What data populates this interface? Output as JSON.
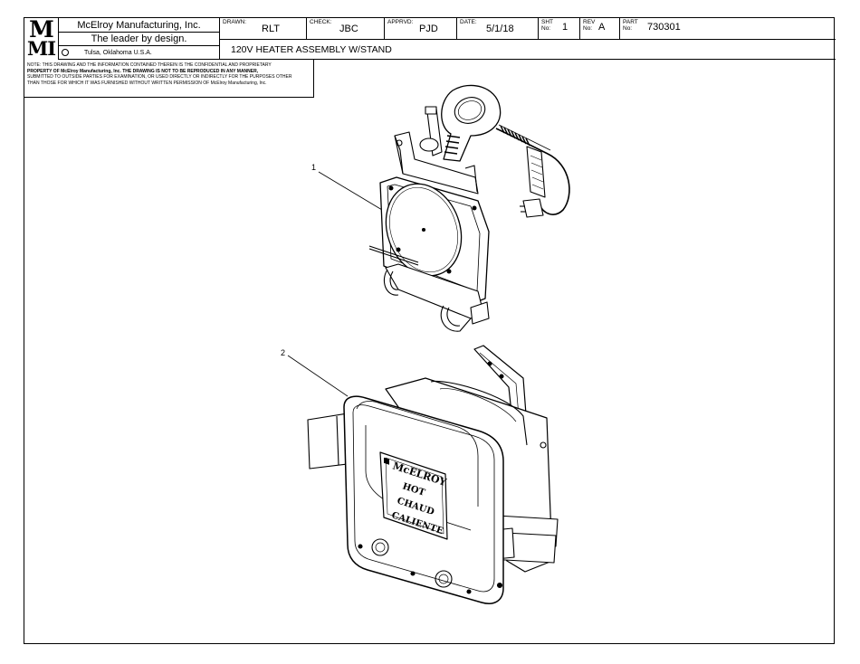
{
  "titleblock": {
    "logo_top": "M",
    "logo_bottom": "MI",
    "company": "McElroy Manufacturing, Inc.",
    "tagline": "The leader by design.",
    "location": "Tulsa, Oklahoma U.S.A.",
    "drawn_label": "DRAWN:",
    "drawn_value": "RLT",
    "check_label": "CHECK:",
    "check_value": "JBC",
    "apprvd_label": "APPRVD:",
    "apprvd_value": "PJD",
    "date_label": "DATE:",
    "date_value": "5/1/18",
    "sht_label": "SHT No:",
    "sht_value": "1",
    "rev_label": "REV No:",
    "rev_value": "A",
    "part_label": "PART No:",
    "part_value": "730301",
    "title": "120V HEATER ASSEMBLY W/STAND"
  },
  "note": {
    "line1": "NOTE: THIS DRAWING AND THE INFORMATION CONTAINED THEREIN IS THE CONFIDENTIAL AND PROPRIETARY",
    "line2": "PROPERTY OF McElroy Manufacturing, Inc. THE DRAWING IS NOT TO BE REPRODUCED IN ANY MANNER,",
    "line3": "SUBMITTED TO OUTSIDE PARTIES FOR EXAMINATION, OR USED DIRECTLY OR INDIRECTLY FOR THE PURPOSES OTHER",
    "line4": "THAN THOSE FOR WHICH IT WAS FURNISHED WITHOUT WRITTEN PERMISSION OF McElroy Manufacturing, Inc."
  },
  "balloons": {
    "item1": "1",
    "item2": "2"
  },
  "stand_label": {
    "line1": "McELROY",
    "line2": "HOT",
    "line3": "CHAUD",
    "line4": "CALIENTE"
  }
}
